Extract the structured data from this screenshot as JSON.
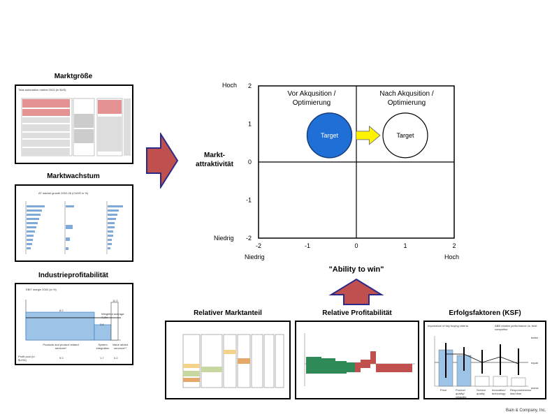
{
  "left_panels": [
    {
      "title": "Marktgröße",
      "subtitle": "Total automation market 2002 (in $US)"
    },
    {
      "title": "Marktwachstum",
      "subtitle": "AT market growth 2002-06 (CAGR in %)"
    },
    {
      "title": "Industrieprofitabilität",
      "subtitle": "EBIT margin 2002 (in %)",
      "val1": "8.2",
      "val2": "3.6",
      "val3": "11.3",
      "legend": "Weighted average: 7.2%",
      "cat1": "Products and product related services*",
      "cat2": "System integration",
      "cat3": "Value added services**",
      "row_label": "Profit pool (in $USD)",
      "pool1": "9.2",
      "pool2": "1.7",
      "pool3": "0.2"
    }
  ],
  "bottom_panels": [
    {
      "title": "Relativer Marktanteil"
    },
    {
      "title": "Relative Profitabilität"
    },
    {
      "title": "Erfolgsfaktoren (KSF)",
      "left_caption": "Importance of key buying criteria",
      "right_caption": "ABB relative performance vs. best competitor",
      "better": "better",
      "equal": "equal",
      "worse": "worse",
      "cats": [
        "Price",
        "Product quality/ reliability",
        "Service quality",
        "Innovation/ technology",
        "Responsiveness/ lead time"
      ]
    }
  ],
  "matrix": {
    "y_label": "Markt-\nattraktivität",
    "x_label": "\"Ability to win\"",
    "y_hoch": "Hoch",
    "y_niedrig": "Niedrig",
    "x_niedrig": "Niedrig",
    "x_hoch": "Hoch",
    "quadrant_left_title": "Vor Akqusition /\nOptimierung",
    "quadrant_right_title": "Nach Akqusition /\nOptimierung",
    "target_before": "Target",
    "target_after": "Target",
    "colors": {
      "target_before": "#1f6fd6",
      "arrow_yellow": "#fff200",
      "arrow_red": "#c0504d",
      "arrow_border": "#2a2a8a"
    }
  },
  "chart_data": {
    "type": "scatter",
    "xlabel": "\"Ability to win\"",
    "ylabel": "Markt-attraktivität",
    "xlim": [
      -2,
      2
    ],
    "ylim": [
      -2,
      2
    ],
    "x_ticks": [
      -2,
      -1,
      0,
      1,
      2
    ],
    "y_ticks": [
      2,
      1,
      0,
      -1,
      -2
    ],
    "x_tick_labels": [
      "-2",
      "-1",
      "0",
      "1",
      "2"
    ],
    "y_tick_labels": [
      "2",
      "1",
      "0",
      "-1",
      "-2"
    ],
    "series": [
      {
        "label": "Target",
        "x": [
          -0.55
        ],
        "y": [
          0.7
        ]
      },
      {
        "label": "Target",
        "x": [
          1.0
        ],
        "y": [
          0.7
        ]
      }
    ]
  },
  "credit": "Bain & Company, Inc."
}
